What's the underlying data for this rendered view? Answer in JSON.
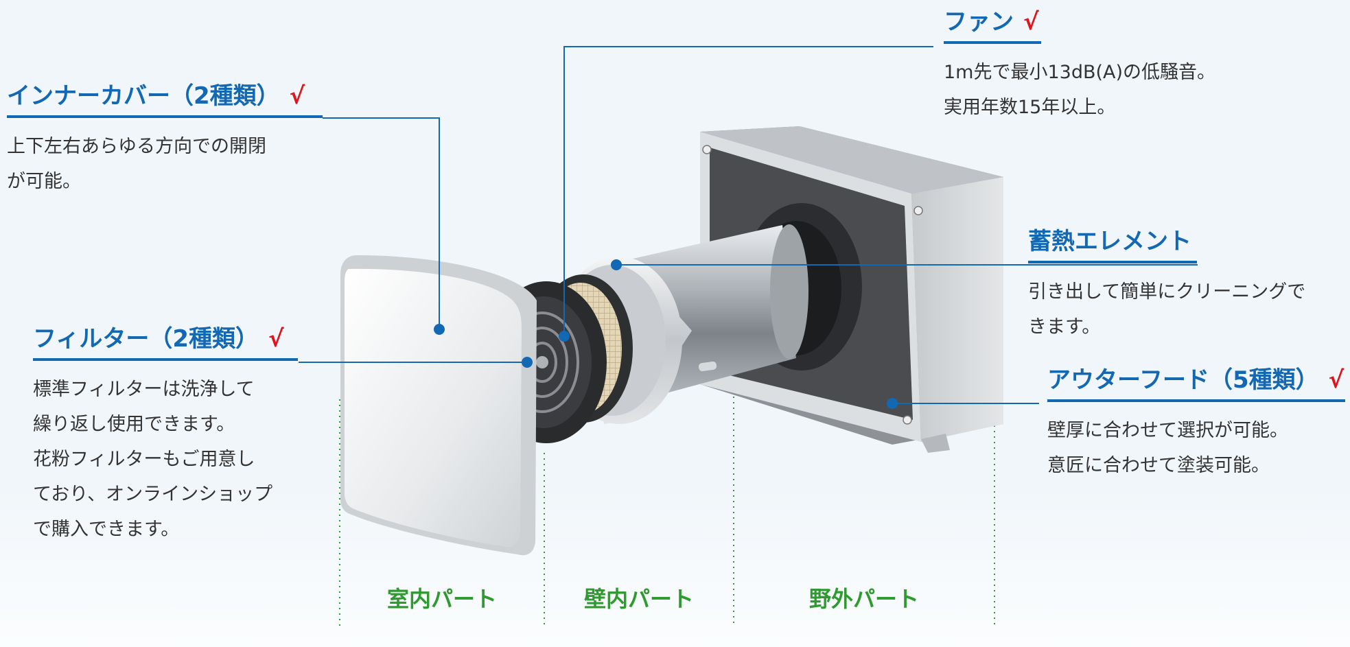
{
  "colors": {
    "accent": "#1268b3",
    "check": "#e0141c",
    "part": "#2f9a2f",
    "text": "#333333",
    "background": "#f1f6fa"
  },
  "check_mark": "√",
  "callouts": {
    "inner_cover": {
      "title": "インナーカバー（2種類）",
      "lines": [
        "上下左右あらゆる方向での開閉",
        "が可能。"
      ]
    },
    "filter": {
      "title": "フィルター（2種類）",
      "lines": [
        "標準フィルターは洗浄して",
        "繰り返し使用できます。",
        "花粉フィルターもご用意し",
        "ており、オンラインショップ",
        "で購入できます。"
      ]
    },
    "fan": {
      "title": "ファン",
      "lines": [
        "1m先で最小13dB(A)の低騒音。",
        "実用年数15年以上。"
      ]
    },
    "heat_element": {
      "title": "蓄熱エレメント",
      "lines": [
        "引き出して簡単にクリーニングで",
        "きます。"
      ]
    },
    "outer_hood": {
      "title": "アウターフード（5種類）",
      "lines": [
        "壁厚に合わせて選択が可能。",
        "意匠に合わせて塗装可能。"
      ]
    }
  },
  "parts": {
    "indoor": "室内パート",
    "wall": "壁内パート",
    "outdoor": "野外パート"
  }
}
